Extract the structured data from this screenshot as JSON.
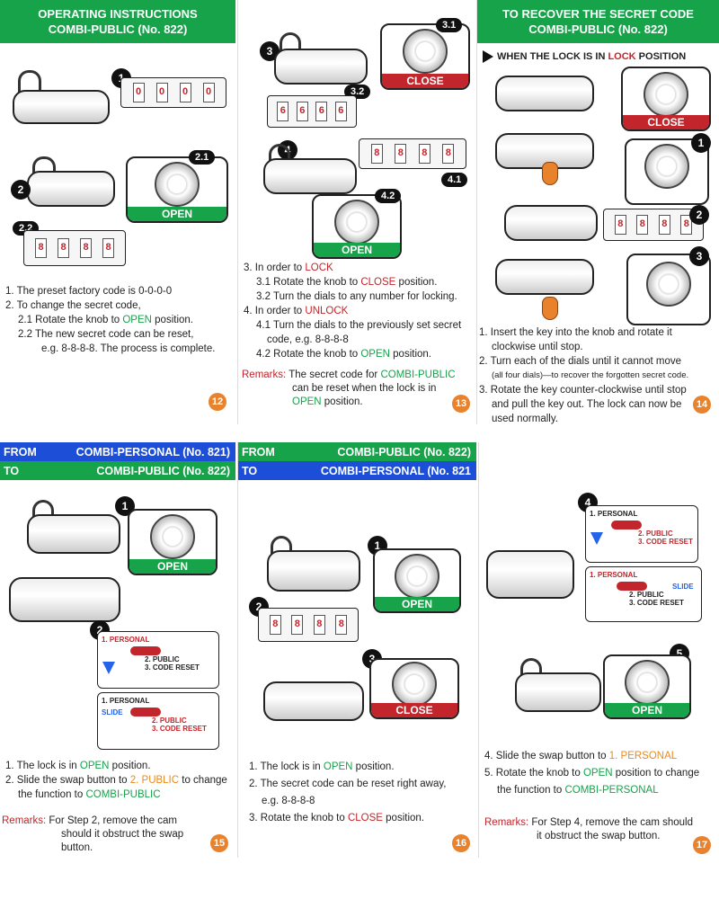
{
  "p12": {
    "title_line1": "OPERATING INSTRUCTIONS",
    "title_line2": "COMBI-PUBLIC (No. 822)",
    "badges": {
      "s1": "1",
      "s2": "2",
      "s21": "2.1",
      "s22": "2.2"
    },
    "dials_zero": [
      "0",
      "0",
      "0",
      "0"
    ],
    "dials_eight": [
      "8",
      "8",
      "8",
      "8"
    ],
    "open_label": "OPEN",
    "line1": "1. The preset factory code is 0-0-0-0",
    "line2": "2. To change the secret code,",
    "line3_pre": "2.1 Rotate the knob to ",
    "line3_hl": "OPEN",
    "line3_post": " position.",
    "line4": "2.2 The new secret code can be reset,",
    "line5": "e.g. 8-8-8-8. The process is complete.",
    "page": "12"
  },
  "p13": {
    "badges": {
      "s3": "3",
      "s31": "3.1",
      "s32": "3.2",
      "s4": "4",
      "s41": "4.1",
      "s42": "4.2"
    },
    "close_label": "CLOSE",
    "open_label": "OPEN",
    "dials_six": [
      "6",
      "6",
      "6",
      "6"
    ],
    "dials_eight": [
      "8",
      "8",
      "8",
      "8"
    ],
    "l1_pre": "3. In order to ",
    "l1_hl": "LOCK",
    "l2_pre": "3.1 Rotate the knob to ",
    "l2_hl": "CLOSE",
    "l2_post": " position.",
    "l3": "3.2 Turn the dials to any number for locking.",
    "l4_pre": "4. In order to ",
    "l4_hl": "UNLOCK",
    "l5": "4.1 Turn the dials to the previously set secret",
    "l6": "code, e.g. 8-8-8-8",
    "l7_pre": "4.2 Rotate the knob to ",
    "l7_hl": "OPEN",
    "l7_post": " position.",
    "remarks_label": "Remarks:",
    "remarks_pre": " The secret code for ",
    "remarks_hl": "COMBI-PUBLIC",
    "remarks_mid": "can be reset when the lock is in",
    "remarks_open": "OPEN",
    "remarks_post": " position.",
    "page": "13"
  },
  "p14": {
    "title_line1": "TO RECOVER THE SECRET CODE",
    "title_line2": "COMBI-PUBLIC (No. 822)",
    "sub_pre": "WHEN THE LOCK IS IN ",
    "sub_hl": "LOCK",
    "sub_post": " POSITION",
    "close_label": "CLOSE",
    "badges": {
      "s1": "1",
      "s2": "2",
      "s3": "3"
    },
    "dials": [
      "8",
      "8",
      "8",
      "8"
    ],
    "l1": "1. Insert the key into the knob and rotate it",
    "l2": "clockwise until stop.",
    "l3": "2. Turn each of the dials until it cannot move",
    "l4": "(all four dials)—to recover the forgotten secret code.",
    "l5": "3. Rotate the key counter-clockwise until stop",
    "l6": "and pull the key out. The lock can now be",
    "l7": "used normally.",
    "page": "14"
  },
  "p15": {
    "from_label": "FROM",
    "from_name": "COMBI-PERSONAL (No. 821)",
    "to_label": "TO",
    "to_name": "COMBI-PUBLIC (No. 822)",
    "badges": {
      "s1": "1",
      "s2": "2"
    },
    "open_label": "OPEN",
    "sw1_personal": "1. PERSONAL",
    "sw1_public": "2. PUBLIC",
    "sw1_reset": "3. CODE RESET",
    "sw2_personal": "1. PERSONAL",
    "sw2_slide": "SLIDE",
    "sw2_public": "2. PUBLIC",
    "sw2_reset": "3. CODE RESET",
    "l1_pre": "1. The lock is in ",
    "l1_hl": "OPEN",
    "l1_post": " position.",
    "l2_pre": "2. Slide the swap button to ",
    "l2_hl": "2. PUBLIC",
    "l2_post": " to change",
    "l3_pre": "the function to ",
    "l3_hl": "COMBI-PUBLIC",
    "remarks_label": "Remarks:",
    "remarks_text": " For Step 2, remove the cam",
    "remarks_2": "should it obstruct the swap",
    "remarks_3": "button.",
    "page": "15"
  },
  "p16": {
    "from_label": "FROM",
    "from_name": "COMBI-PUBLIC (No. 822)",
    "to_label": "TO",
    "to_name": "COMBI-PERSONAL (No. 821",
    "badges": {
      "s1": "1",
      "s2": "2",
      "s3": "3"
    },
    "open_label": "OPEN",
    "close_label": "CLOSE",
    "dials": [
      "8",
      "8",
      "8",
      "8"
    ],
    "l1_pre": "1. The lock is in ",
    "l1_hl": "OPEN",
    "l1_post": " position.",
    "l2": "2. The secret code can be reset right away,",
    "l3": "e.g. 8-8-8-8",
    "l4_pre": "3. Rotate the knob to ",
    "l4_hl": "CLOSE",
    "l4_post": " position.",
    "page": "16"
  },
  "p17": {
    "badges": {
      "s4": "4",
      "s5": "5"
    },
    "sw1_personal": "1. PERSONAL",
    "sw1_public": "2. PUBLIC",
    "sw1_reset": "3. CODE RESET",
    "sw2_personal": "1. PERSONAL",
    "sw2_slide": "SLIDE",
    "sw2_public": "2. PUBLIC",
    "sw2_reset": "3. CODE RESET",
    "open_label": "OPEN",
    "l1_pre": "4. Slide the swap button to ",
    "l1_hl": "1. PERSONAL",
    "l2_pre": "5. Rotate the knob to ",
    "l2_hl": "OPEN",
    "l2_post": " position to change",
    "l3_pre": "the function to ",
    "l3_hl": "COMBI-PERSONAL",
    "remarks_label": "Remarks:",
    "remarks_text": " For Step 4, remove the cam should",
    "remarks_2": "it obstruct the swap button.",
    "page": "17"
  }
}
